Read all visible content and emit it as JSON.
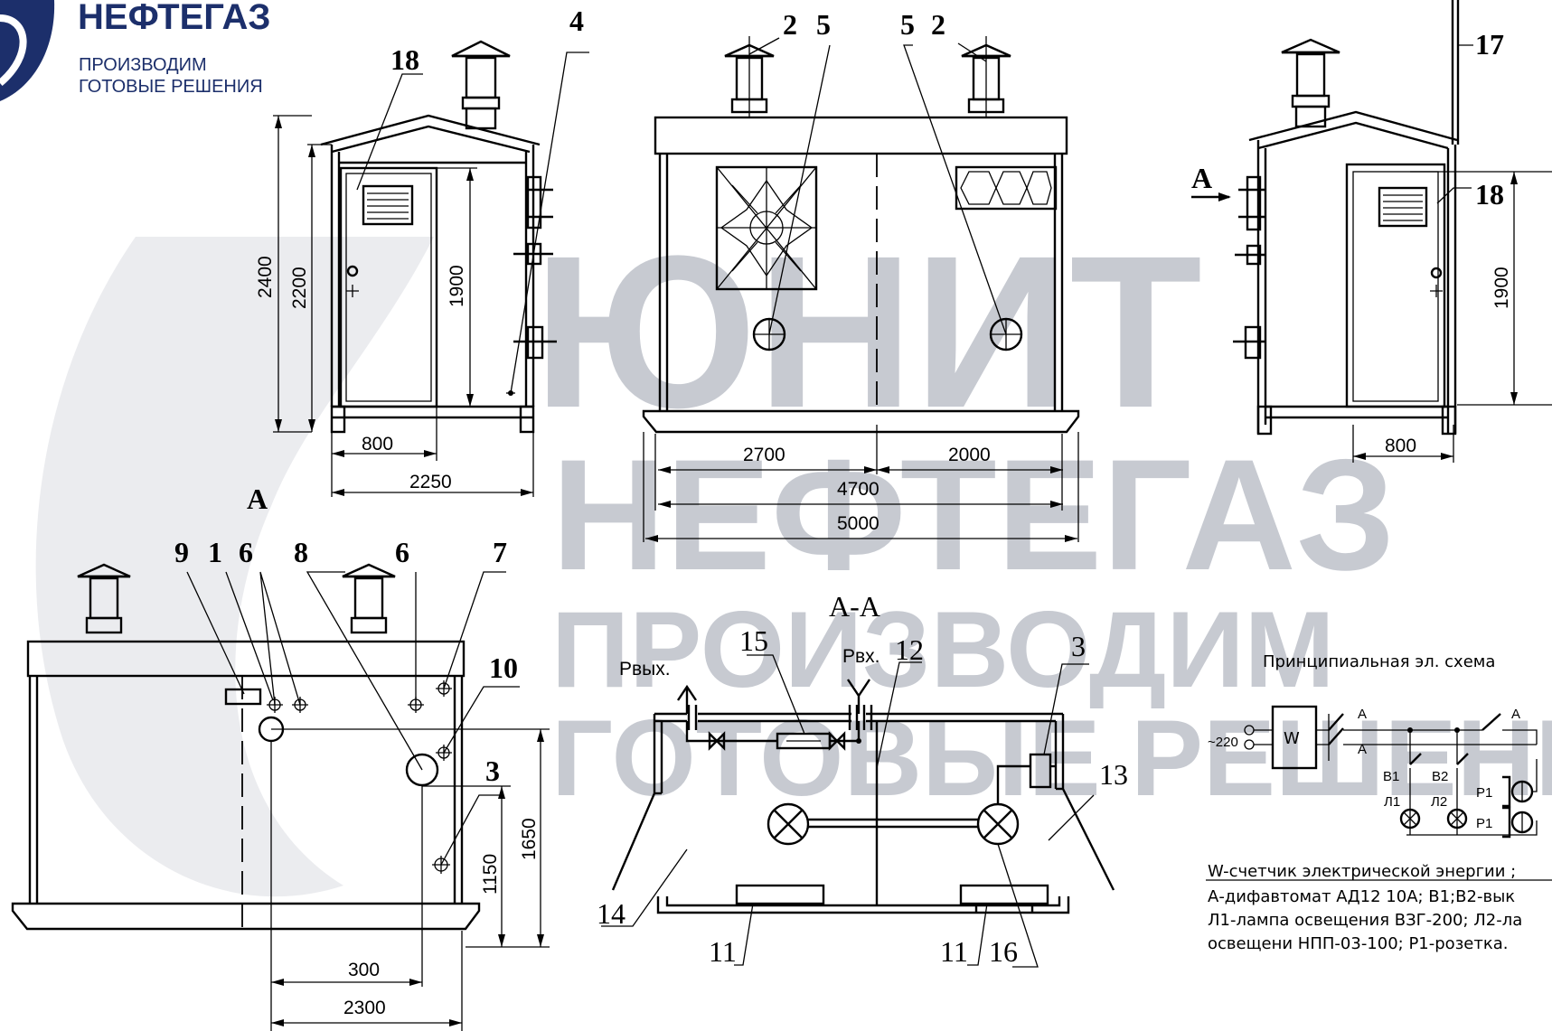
{
  "logo": {
    "brand": "НЕФТЕГАЗ",
    "tagline_line1": "ПРОИЗВОДИМ",
    "tagline_line2": "ГОТОВЫЕ РЕШЕНИЯ",
    "brand_color": "#1c2f6b"
  },
  "watermark": {
    "line1": "ЮНИТ",
    "line2": "НЕФТЕГАЗ",
    "line3": "ПРОИЗВОДИМ",
    "line4": "ГОТОВЫЕ РЕШЕНИЯ",
    "color": "#9aa0ad"
  },
  "side_view_left": {
    "labels": {
      "door": "18",
      "pipe_marker": "4"
    },
    "dimensions": {
      "height_total": "2400",
      "height_wall": "2200",
      "height_door": "1900",
      "door_width": "800",
      "width": "2250"
    }
  },
  "front_view": {
    "labels": {
      "l_2a": "2",
      "l_5a": "5",
      "l_5b": "5",
      "l_2b": "2"
    },
    "dimensions": {
      "left_part": "2700",
      "right_part": "2000",
      "inner_length": "4700",
      "total_length": "5000"
    }
  },
  "side_view_right": {
    "labels": {
      "arrow_a": "А",
      "mast": "17",
      "door": "18"
    },
    "dimensions": {
      "height_door": "1900",
      "door_width": "800"
    }
  },
  "view_a": {
    "title": "А",
    "labels": {
      "l9": "9",
      "l1": "1",
      "l6a": "6",
      "l8": "8",
      "l6b": "6",
      "l7": "7",
      "l10": "10",
      "l3": "3"
    },
    "dimensions": {
      "h_high": "1650",
      "h_low": "1150",
      "offset": "300",
      "width": "2300"
    }
  },
  "section_aa": {
    "title": "А-А",
    "outlet": "Рвых.",
    "inlet": "Рвх.",
    "labels": {
      "l15": "15",
      "l12": "12",
      "l3": "3",
      "l13": "13",
      "l14": "14",
      "l11a": "11",
      "l11b": "11",
      "l16": "16"
    }
  },
  "schematic": {
    "title": "Принципиальная эл. схема",
    "supply": "~220",
    "meter": "W",
    "breaker_1": "А",
    "breaker_2": "А",
    "breaker_3": "А",
    "switch_1": "В1",
    "switch_2": "В2",
    "lamp_1": "Л1",
    "lamp_2": "Л2",
    "socket_1": "Р1",
    "socket_2": "Р1",
    "legend_line1": "W-счетчик электрической энергии ;",
    "legend_line2": "А-дифавтомат АД12 10А; В1;В2-вык",
    "legend_line3": "Л1-лампа освещения ВЗГ-200; Л2-ла",
    "legend_line4": "освещени НПП-03-100; Р1-розетка."
  }
}
